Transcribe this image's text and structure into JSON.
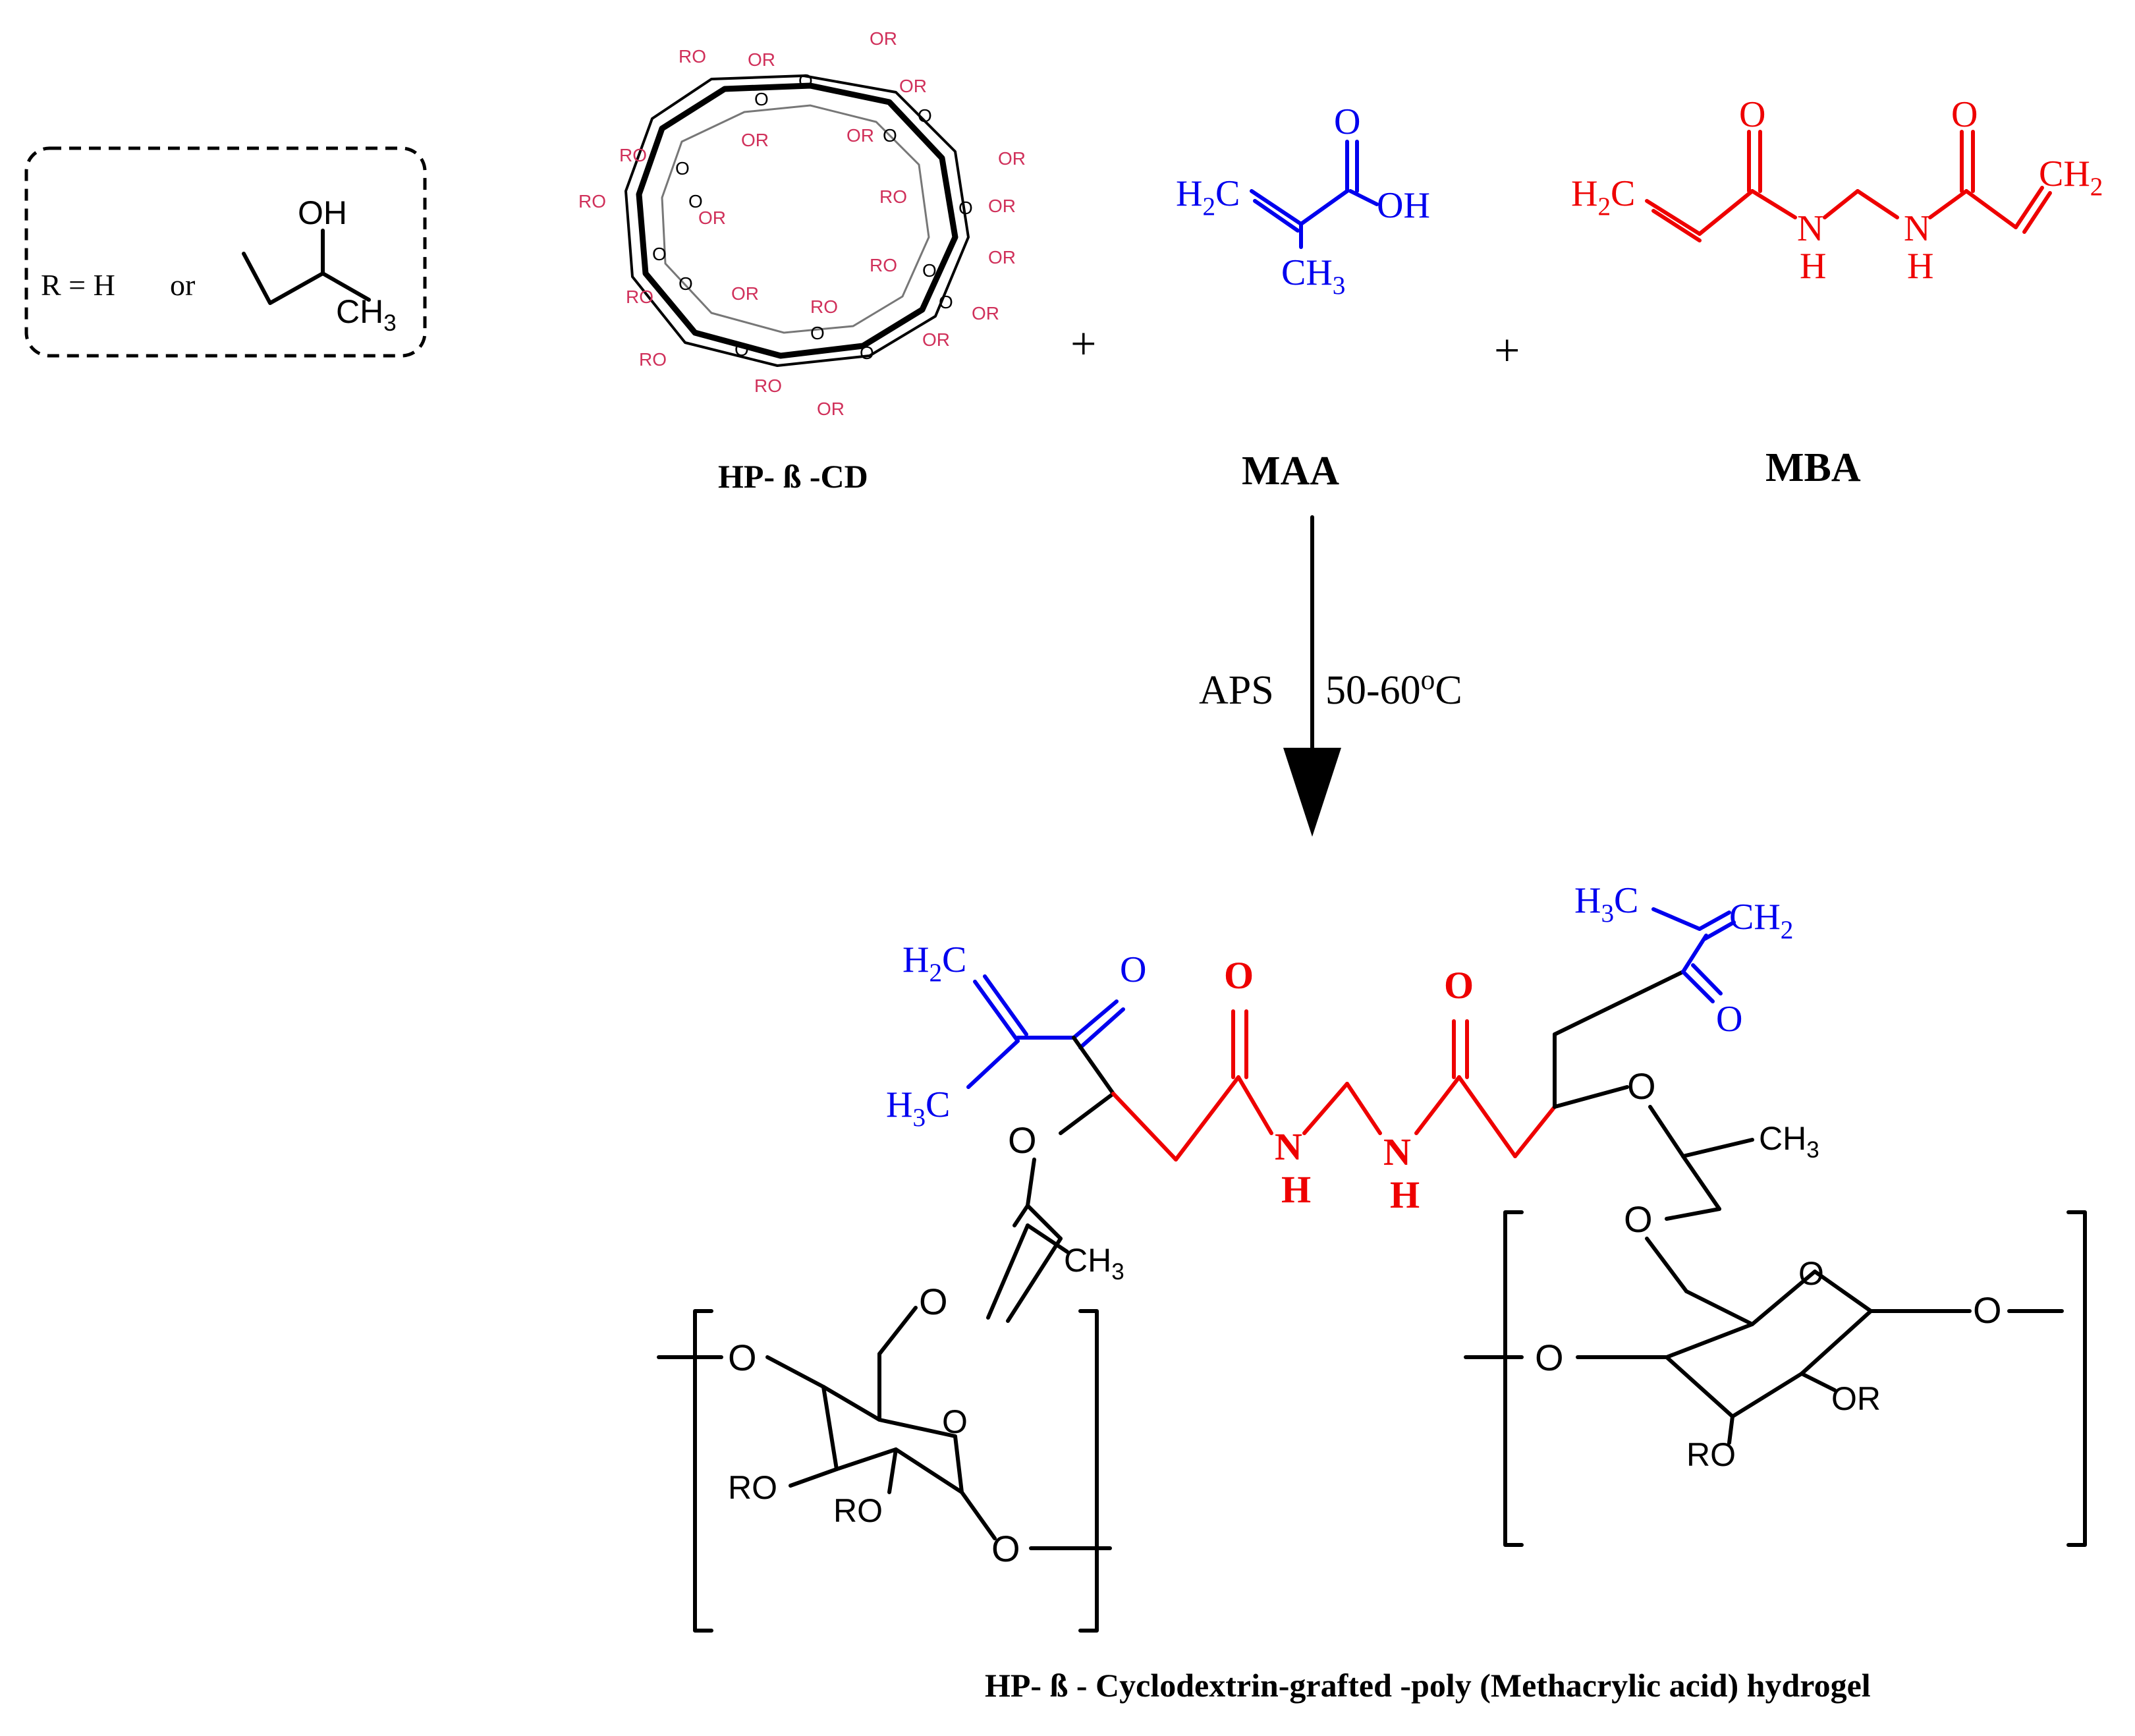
{
  "legend": {
    "r_definition": "R = H",
    "or_word": "or",
    "oh_label": "OH",
    "ch3_label": "CH",
    "ch3_sub": "3"
  },
  "reactants": {
    "hp_beta_cd": {
      "label": "HP- ß -CD",
      "ro_label": "RO",
      "or_label": "OR",
      "o_label": "O"
    },
    "plus_sign": "+",
    "maa": {
      "label": "MAA",
      "h2c": "H",
      "h2c_sub": "2",
      "h2c_c": "C",
      "o": "O",
      "oh": "OH",
      "ch3": "CH",
      "ch3_sub": "3"
    },
    "mba": {
      "label": "MBA",
      "h2c": "H",
      "h2c_sub": "2",
      "h2c_c": "C",
      "o": "O",
      "n": "N",
      "h": "H",
      "ch2": "CH",
      "ch2_sub": "2"
    }
  },
  "conditions": {
    "initiator": "APS",
    "temperature": "50-60",
    "temperature_deg": "o",
    "temperature_unit": "C"
  },
  "product": {
    "label": "HP- ß - Cyclodextrin-grafted -poly (Methacrylic acid) hydrogel",
    "h": "H",
    "c": "C",
    "sub2": "2",
    "sub3": "3",
    "o": "O",
    "n": "N",
    "ch": "CH",
    "ch2_right": "CH",
    "ro": "RO",
    "or": "OR"
  },
  "colors": {
    "maa_color": "#0000ee",
    "mba_color": "#ee0000",
    "cd_substituent_color": "#d0305a",
    "backbone_color": "#000000"
  }
}
